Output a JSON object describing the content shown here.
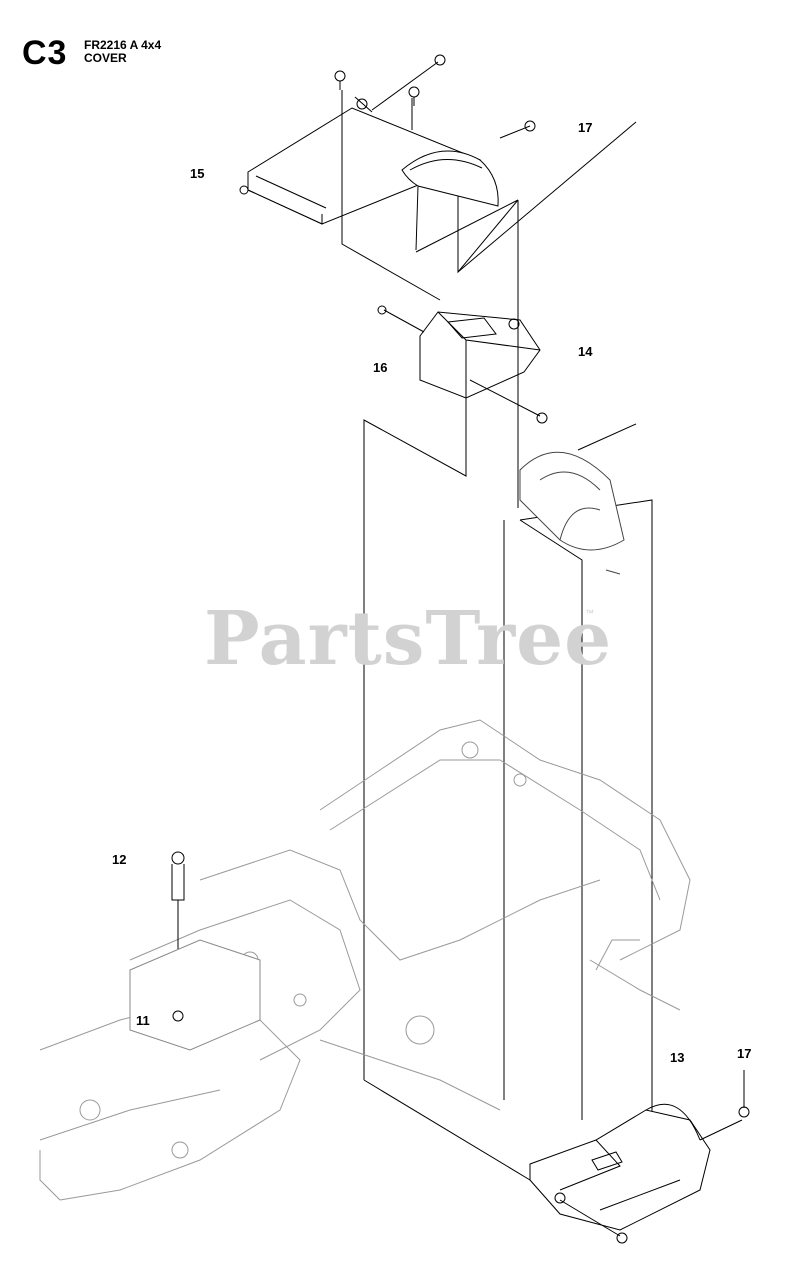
{
  "header": {
    "section_code": "C3",
    "model": "FR2216 A 4x4",
    "section_name": "COVER"
  },
  "watermark": {
    "text": "PartsTree",
    "mark": "™"
  },
  "callouts": [
    {
      "id": "c15",
      "text": "15"
    },
    {
      "id": "c17a",
      "text": "17"
    },
    {
      "id": "c14",
      "text": "14"
    },
    {
      "id": "c16",
      "text": "16"
    },
    {
      "id": "c12",
      "text": "12"
    },
    {
      "id": "c11",
      "text": "11"
    },
    {
      "id": "c13",
      "text": "13"
    },
    {
      "id": "c17b",
      "text": "17"
    }
  ],
  "colors": {
    "line": "#000000",
    "faint_line": "#9a9a9a",
    "watermark": "#d2d2d2"
  }
}
